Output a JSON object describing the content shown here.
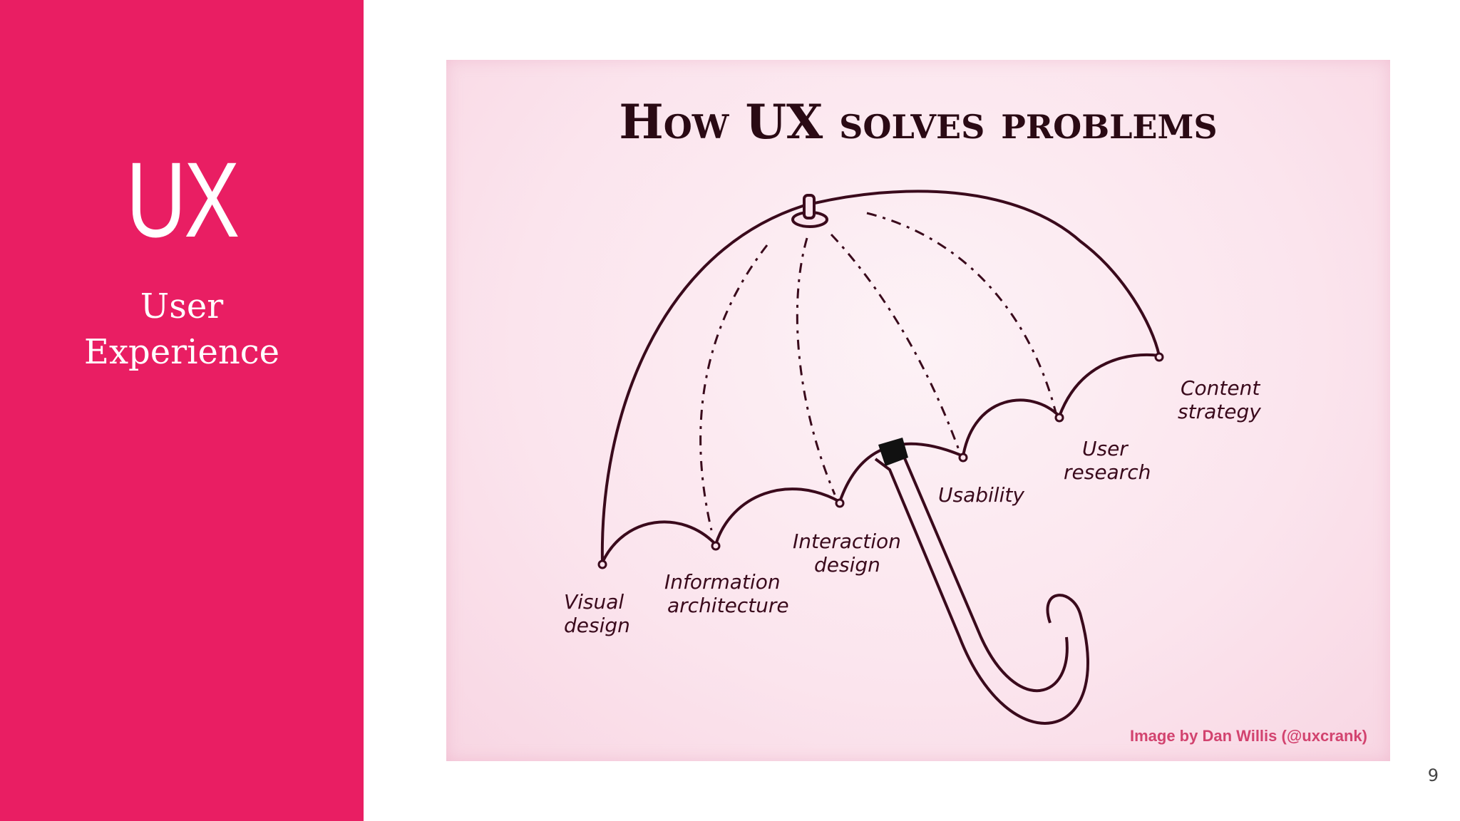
{
  "sidebar": {
    "heading": "UX",
    "subtitle_line1": "User",
    "subtitle_line2": "Experience"
  },
  "diagram": {
    "title": "How UX solves problems",
    "labels": {
      "visual": [
        "Visual",
        "design"
      ],
      "info": [
        "Information",
        "architecture"
      ],
      "interaction": [
        "Interaction",
        "design"
      ],
      "usability": [
        "Usability"
      ],
      "research": [
        "User",
        "research"
      ],
      "content": [
        "Content",
        "strategy"
      ]
    },
    "credit": "Image by Dan Willis (@uxcrank)"
  },
  "page_number": "9",
  "colors": {
    "accent": "#e91e63",
    "ink": "#3a0a1c",
    "image_bg": "#fbe4ed"
  }
}
